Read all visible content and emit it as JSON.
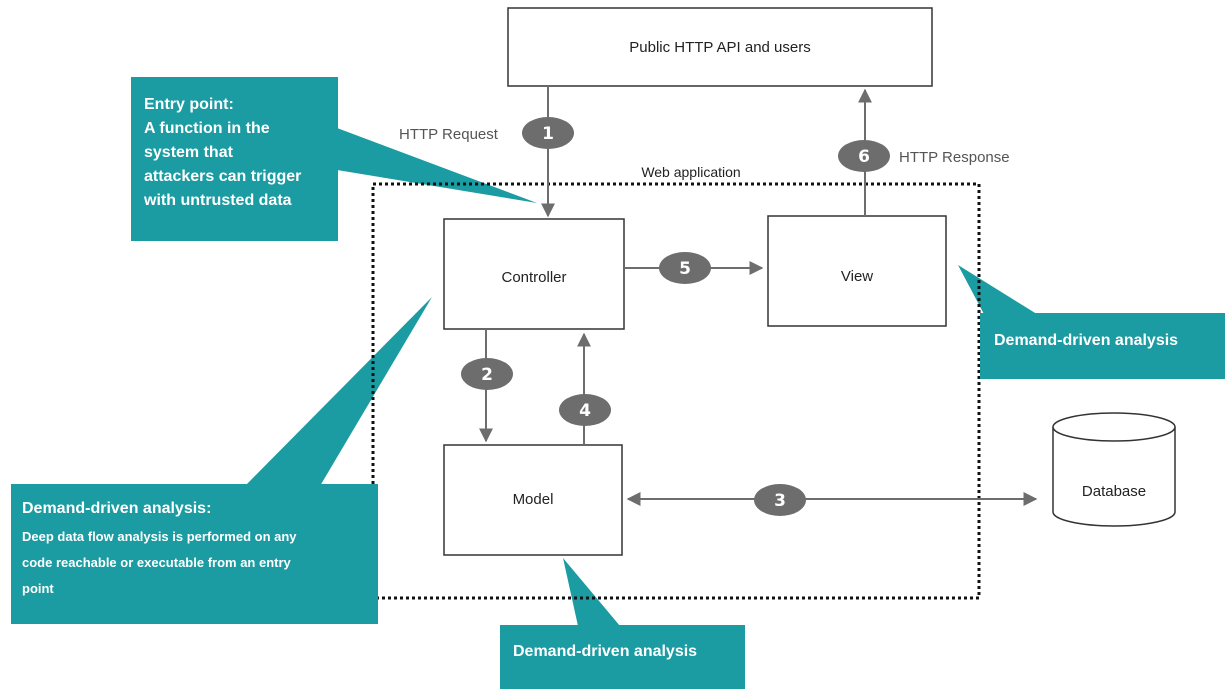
{
  "colors": {
    "callout": "#1b9ba2",
    "step_badge": "#6d6d6d",
    "arrow": "#6d6d6d",
    "box_border": "#333333"
  },
  "boxes": {
    "public_api": "Public HTTP API and users",
    "controller": "Controller",
    "view": "View",
    "model": "Model",
    "database": "Database"
  },
  "container_label": "Web application",
  "flows": {
    "http_request": "HTTP Request",
    "http_response": "HTTP Response"
  },
  "steps": [
    "1",
    "2",
    "3",
    "4",
    "5",
    "6"
  ],
  "callouts": {
    "entry_point": {
      "lines": [
        "Entry point:",
        "A function in the",
        "system that",
        "attackers can trigger",
        "with untrusted data"
      ]
    },
    "demand_view": "Demand-driven analysis",
    "demand_main": {
      "title": "Demand-driven analysis:",
      "body_lines": [
        "Deep data flow analysis is performed  on any",
        "code reachable or executable from an entry",
        "point"
      ]
    },
    "demand_model": "Demand-driven analysis"
  }
}
